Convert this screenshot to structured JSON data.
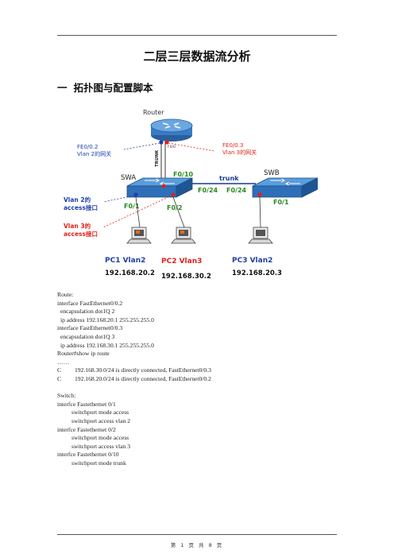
{
  "doc": {
    "title": "二层三层数据流分析",
    "section_number": "一",
    "section_title": "拓扑图与配置脚本"
  },
  "diagram": {
    "router_label": "Router",
    "fe02_label": "FE0/0.2",
    "fe02_gw": "Vlan 2的网关",
    "fe03_label": "FE0/0.3",
    "fe03_gw": "Vlan 3的网关",
    "f00_label": "F0/0",
    "trunk_vertical": "TRUNK",
    "swa_label": "SWA",
    "swb_label": "SWB",
    "f010_label": "F0/10",
    "trunk_label": "trunk",
    "f024a_label": "F0/24",
    "f024b_label": "F0/24",
    "swa_f01": "F0/1",
    "swa_f02": "F0/2",
    "swb_f01": "F0/1",
    "vlan2_access_1": "Vlan 2的",
    "vlan2_access_2": "access接口",
    "vlan3_access_1": "Vlan 3的",
    "vlan3_access_2": "access接口",
    "pc1_name": "PC1 Vlan2",
    "pc1_ip": "192.168.20.2",
    "pc2_name": "PC2 Vlan3",
    "pc2_ip": "192.168.30.2",
    "pc3_name": "PC3 Vlan2",
    "pc3_ip": "192.168.20.3",
    "colors": {
      "red": "#e0201a",
      "green": "#2a8a1f",
      "blue": "#1f3fa8",
      "switch": "#2e6fb8",
      "trunk_line": "#1a3a8a"
    }
  },
  "config": {
    "route_lines": [
      "Route:",
      "interface FastEthernet0/0.2",
      "encapsulation dot1Q 2",
      "ip address 192.168.20.1 255.255.255.0",
      "interface FastEthernet0/0.3",
      "encapsulation dot1Q 3",
      "ip address 192.168.30.1 255.255.255.0",
      "Router#show ip route",
      "……",
      "C",
      "192.168.30.0/24 is directly connected, FastEthernet0/0.3",
      "C",
      "192.168.20.0/24 is directly connected, FastEthernet0/0.2"
    ],
    "switch_lines": [
      "Switch:",
      "interfce Fastethernet 0/1",
      "switchport mode access",
      "switchport access vlan 2",
      "interfce Fastethernet 0/2",
      "switchport mode access",
      "switchport access vlan 3",
      "interfce Fastethernet 0/10",
      "switchport mode trunk"
    ]
  },
  "footer": {
    "page_text": "第 1 页 共 8 页"
  }
}
